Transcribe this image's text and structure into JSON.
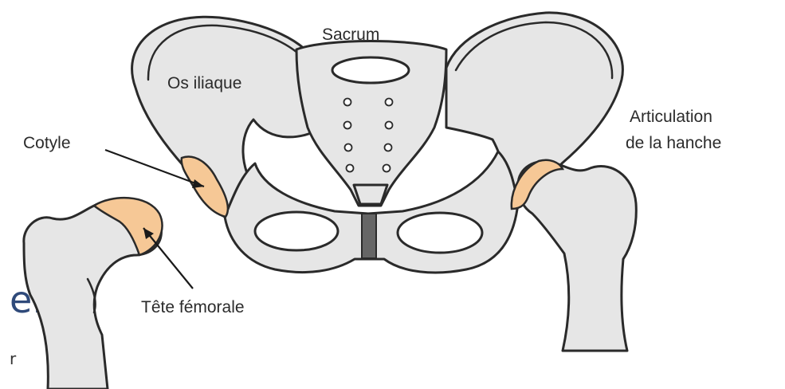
{
  "labels": {
    "sacrum": "Sacrum",
    "os_iliaque": "Os iliaque",
    "cotyle": "Cotyle",
    "articulation_line1": "Articulation",
    "articulation_line2": "de la hanche",
    "tete_femorale": "Tête fémorale"
  },
  "background_text_fragments": {
    "large": "e.",
    "small": "r"
  },
  "colors": {
    "bone_fill": "#e6e6e6",
    "cartilage_fill": "#f6c896",
    "symphysis_fill": "#666666",
    "outline": "#2a2a2a"
  }
}
